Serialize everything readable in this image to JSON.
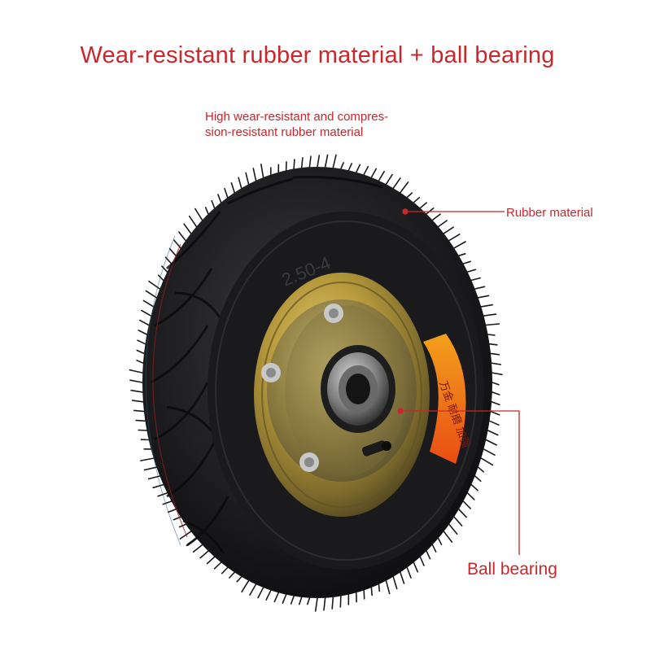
{
  "headline": "Wear-resistant rubber material + ball bearing",
  "callouts": {
    "top_line1": "High wear-resistant and compres-",
    "top_line2": "sion-resistant rubber material",
    "rubber": "Rubber material",
    "bearing": "Ball bearing"
  },
  "tire": {
    "size_marking": "2.50-4",
    "sticker": "万金 耐磨 加强"
  },
  "colors": {
    "accent": "#c8272b",
    "tire": "#1c1c1e",
    "rim": "#b79a3c"
  }
}
